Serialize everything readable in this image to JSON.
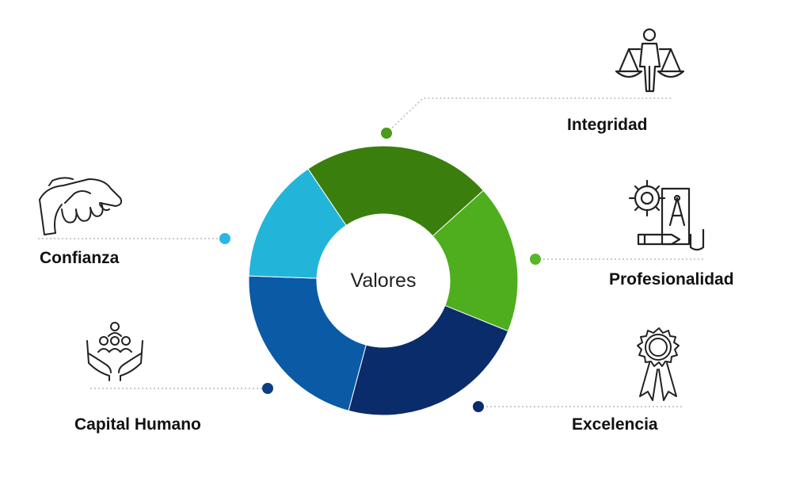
{
  "center": {
    "label": "Valores"
  },
  "values": [
    {
      "key": "integridad",
      "label": "Integridad",
      "icon": "scales-of-justice-icon",
      "color": "#3a7f0d"
    },
    {
      "key": "profesionalidad",
      "label": "Profesionalidad",
      "icon": "gear-compass-pencil-icon",
      "color": "#4eae1e"
    },
    {
      "key": "excelencia",
      "label": "Excelencia",
      "icon": "award-ribbon-icon",
      "color": "#0b2c6b"
    },
    {
      "key": "capital_humano",
      "label": "Capital Humano",
      "icon": "people-in-hands-icon",
      "color": "#0b5aa5"
    },
    {
      "key": "confianza",
      "label": "Confianza",
      "icon": "handshake-icon",
      "color": "#22b5d9"
    }
  ],
  "dot_colors": {
    "integridad": "#4c9a1a",
    "profesionalidad": "#5ab729",
    "excelencia": "#0b2c6b",
    "capital_humano": "#0b3f82",
    "confianza": "#27b8e6"
  }
}
